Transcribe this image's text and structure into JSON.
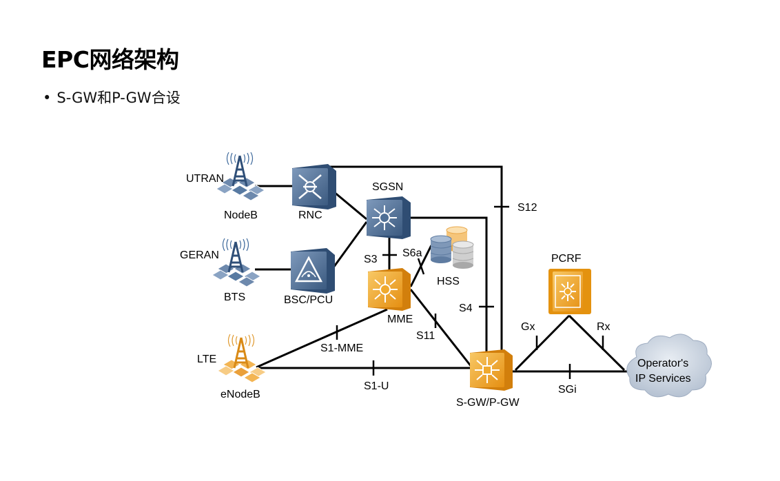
{
  "title": "EPC网络架构",
  "bullet": "S-GW和P-GW合设",
  "nodes": {
    "utran": "UTRAN",
    "nodeb": "NodeB",
    "rnc": "RNC",
    "geran": "GERAN",
    "bts": "BTS",
    "bsc_pcu": "BSC/PCU",
    "sgsn": "SGSN",
    "mme": "MME",
    "hss": "HSS",
    "lte": "LTE",
    "enodeb": "eNodeB",
    "sgw_pgw": "S-GW/P-GW",
    "pcrf": "PCRF",
    "operator_line1": "Operator's",
    "operator_line2": "IP Services"
  },
  "interfaces": {
    "s12": "S12",
    "s3": "S3",
    "s6a": "S6a",
    "s4": "S4",
    "s11": "S11",
    "s1_mme": "S1-MME",
    "s1_u": "S1-U",
    "gx": "Gx",
    "rx": "Rx",
    "sgi": "SGi"
  },
  "colors": {
    "blue_device": "#4f6f95",
    "orange_device": "#f0a92e",
    "cloud": "#c9d3e0",
    "hss_blue": "#7f98b8",
    "hss_orange": "#f5c57a",
    "hss_gray": "#cfcfcf"
  }
}
